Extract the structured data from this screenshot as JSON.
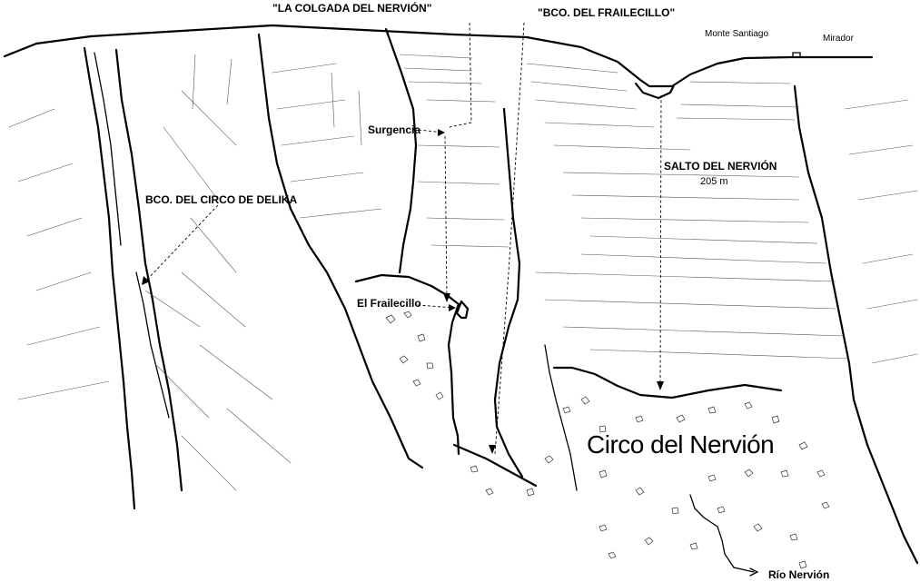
{
  "labels": {
    "colgada": "\"LA COLGADA DEL NERVIÓN\"",
    "frailecillo_bco": "\"BCO. DEL FRAILECILLO\"",
    "monte_santiago": "Monte Santiago",
    "mirador": "Mirador",
    "surgencia": "Surgencia",
    "salto": "SALTO DEL NERVIÓN",
    "salto_height": "205 m",
    "delika": "BCO. DEL CIRCO DE DELIKA",
    "el_frailecillo": "El Frailecillo",
    "circo": "Circo del Nervión",
    "rio": "Río Nervión"
  },
  "colors": {
    "ink": "#000000",
    "paper": "#ffffff"
  }
}
